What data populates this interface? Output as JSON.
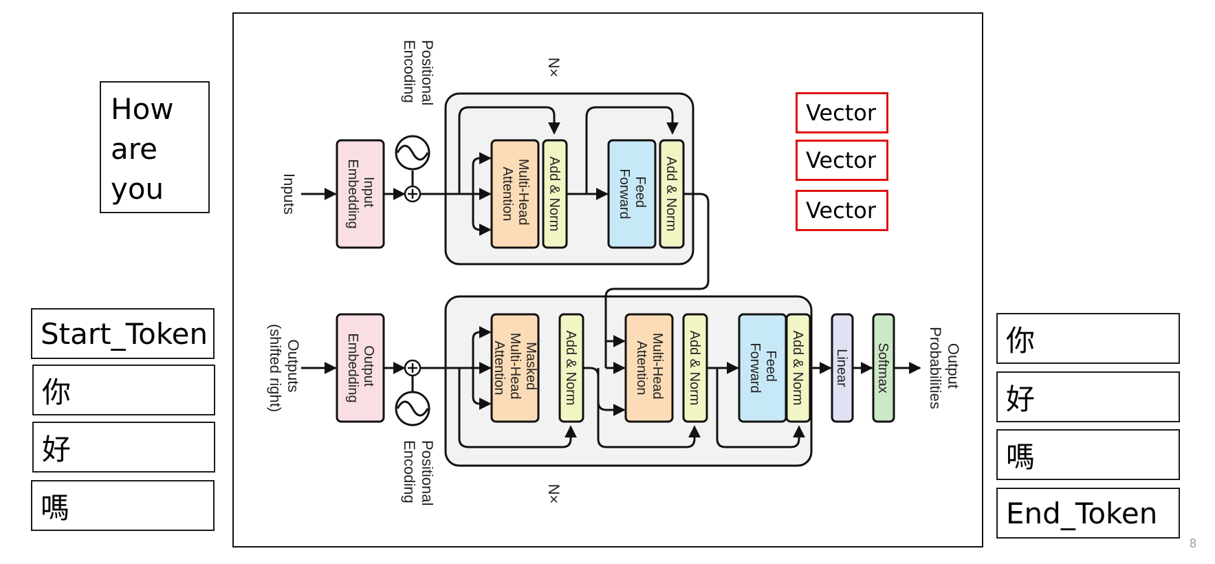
{
  "left": {
    "input_words": [
      "How",
      "are",
      "you"
    ],
    "decoder_inputs": [
      "Start_Token",
      "你",
      "好",
      "嗎"
    ]
  },
  "right": {
    "outputs": [
      "你",
      "好",
      "嗎",
      "End_Token"
    ]
  },
  "vectors": [
    "Vector",
    "Vector",
    "Vector"
  ],
  "page_number": "8",
  "diagram": {
    "encoder": {
      "inputs_label": "Inputs",
      "embedding": [
        "Input",
        "Embedding"
      ],
      "positional": [
        "Positional",
        "Encoding"
      ],
      "repeat": "N×",
      "attention": [
        "Multi-Head",
        "Attention"
      ],
      "add_norm": "Add & Norm",
      "feed_forward": [
        "Feed",
        "Forward"
      ]
    },
    "decoder": {
      "outputs_label": [
        "Outputs",
        "(shifted right)"
      ],
      "embedding": [
        "Output",
        "Embedding"
      ],
      "positional": [
        "Positional",
        "Encoding"
      ],
      "repeat": "N×",
      "masked_attention": [
        "Masked",
        "Multi-Head",
        "Attention"
      ],
      "attention": [
        "Multi-Head",
        "Attention"
      ],
      "add_norm": "Add & Norm",
      "feed_forward": [
        "Feed",
        "Forward"
      ],
      "linear": "Linear",
      "softmax": "Softmax",
      "probabilities": [
        "Output",
        "Probabilities"
      ]
    },
    "colors": {
      "embedding": "#f9dfe3",
      "attention": "#fcdcb6",
      "add_norm": "#f2f5c4",
      "feed_forward": "#c6e8f7",
      "linear": "#e0e1f2",
      "softmax": "#cde8c8",
      "stack_bg": "#f2f2f2"
    }
  }
}
